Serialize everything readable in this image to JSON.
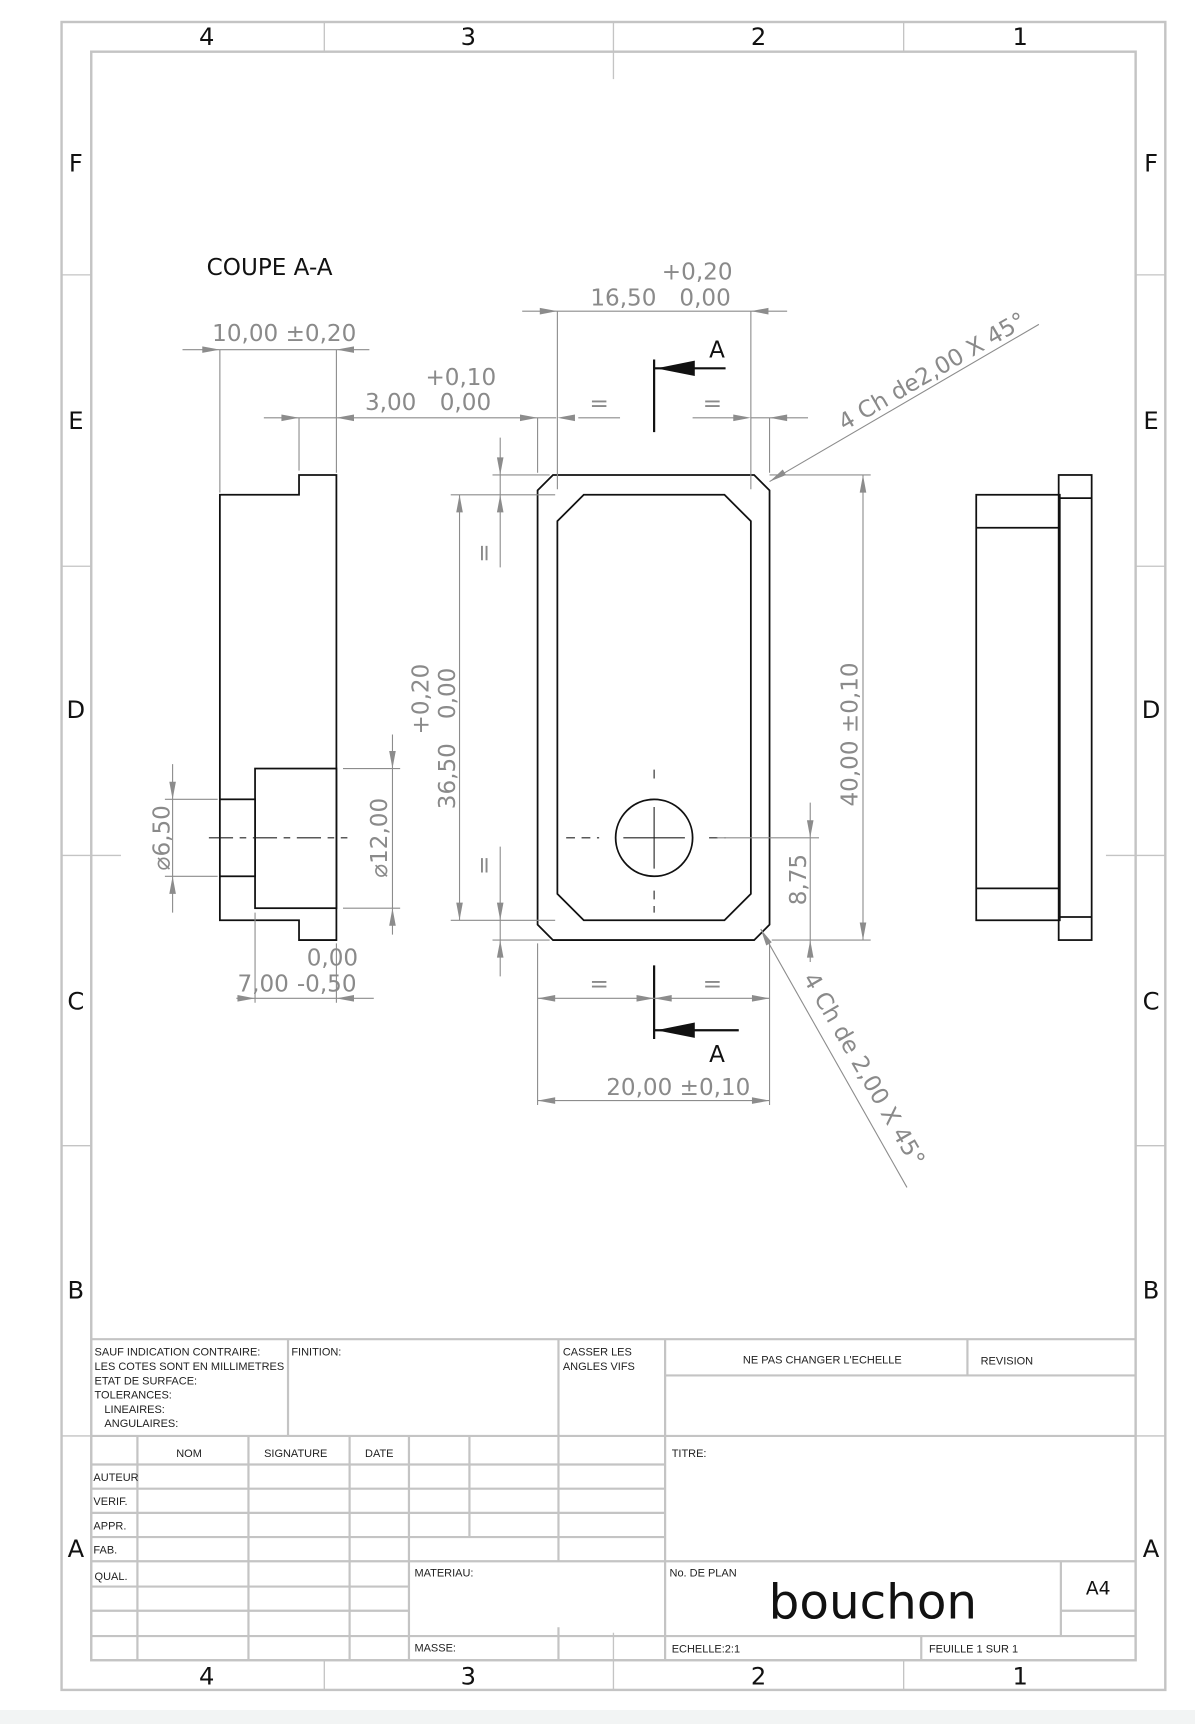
{
  "zones": {
    "columns": [
      "4",
      "3",
      "2",
      "1"
    ],
    "rows": [
      "F",
      "E",
      "D",
      "C",
      "B",
      "A"
    ]
  },
  "views": {
    "section_label": "COUPE A-A",
    "cut_letter_top": "A",
    "cut_letter_bottom": "A"
  },
  "dimensions": {
    "section_width": "10,00 ±0,20",
    "flange_depth": "3,00",
    "flange_depth_tol_upper": "+0,10",
    "flange_depth_tol_lower": "0,00",
    "hole_small_dia": "⌀6,50",
    "hole_large_dia": "⌀12,00",
    "counterbore_depth": "7,00",
    "counterbore_tol_upper": "0,00",
    "counterbore_tol_lower": "-0,50",
    "inner_width": "16,50",
    "inner_width_tol_upper": "+0,20",
    "inner_width_tol_lower": "0,00",
    "inner_height": "36,50",
    "inner_height_tol_upper": "+0,20",
    "inner_height_tol_lower": "0,00",
    "outer_height": "40,00 ±0,10",
    "hole_offset": "8,75",
    "outer_width": "20,00 ±0,10",
    "equal_sign": "=",
    "chamfer_top": "4 Ch de2,00 X 45°",
    "chamfer_bottom": "4 Ch de 2,00 X 45°"
  },
  "title_block": {
    "general_notes": [
      "SAUF INDICATION CONTRAIRE:",
      "LES COTES SONT EN MILLIMETRES",
      "ETAT DE SURFACE:",
      "TOLERANCES:",
      "LINEAIRES:",
      "ANGULAIRES:"
    ],
    "finition": "FINITION:",
    "casser_angles": [
      "CASSER LES",
      "ANGLES VIFS"
    ],
    "scale_note": "NE PAS CHANGER L'ECHELLE",
    "revision": "REVISION",
    "columns": [
      "NOM",
      "SIGNATURE",
      "DATE"
    ],
    "roles": [
      "AUTEUR",
      "VERIF.",
      "APPR.",
      "FAB.",
      "QUAL."
    ],
    "titre": "TITRE:",
    "materiau": "MATERIAU:",
    "masse": "MASSE:",
    "drawing_no_label": "No. DE PLAN",
    "drawing_name": "bouchon",
    "format": "A4",
    "scale": "ECHELLE:2:1",
    "sheet": "FEUILLE 1 SUR 1"
  }
}
